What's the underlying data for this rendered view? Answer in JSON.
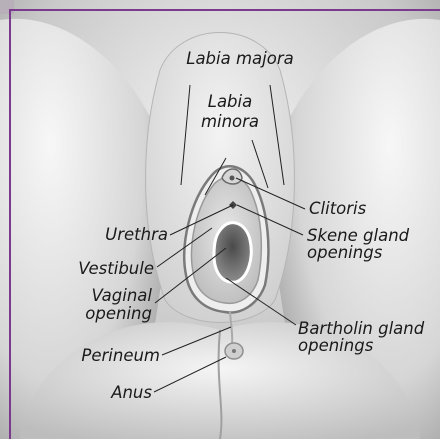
{
  "labels": {
    "labia_majora": "Labia majora",
    "labia_minora_1": "Labia",
    "labia_minora_2": "minora",
    "clitoris": "Clitoris",
    "urethra": "Urethra",
    "skene_1": "Skene gland",
    "skene_2": "openings",
    "vestibule": "Vestibule",
    "vaginal_1": "Vaginal",
    "vaginal_2": "opening",
    "bartholin_1": "Bartholin gland",
    "bartholin_2": "openings",
    "perineum": "Perineum",
    "anus": "Anus"
  },
  "colors": {
    "frame_border": "#7a3b8c",
    "skin_dark": "#9a9a9a",
    "skin_light": "#e6e6e6",
    "leader_line": "#222222"
  }
}
